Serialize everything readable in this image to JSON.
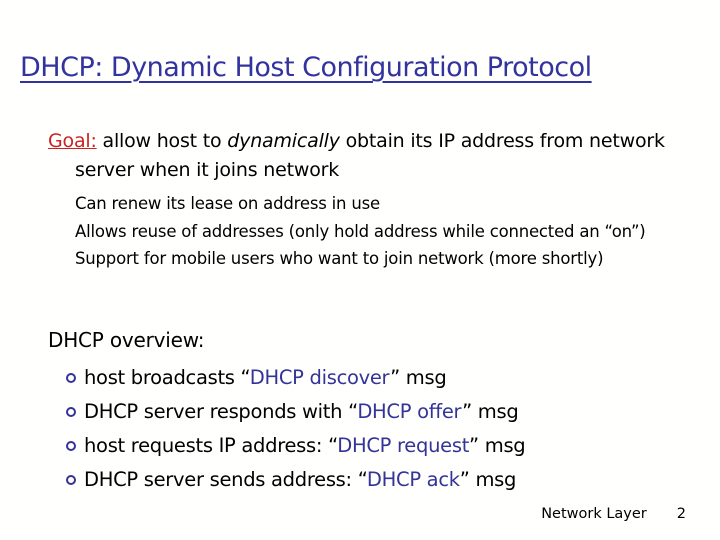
{
  "slide": {
    "title": "DHCP: Dynamic Host Configuration Protocol",
    "goal": {
      "label": "Goal:",
      "text_before_italic": " allow host to ",
      "italic": "dynamically",
      "text_after_italic": " obtain its IP address from network server when it joins network"
    },
    "sub_points": [
      "Can renew its lease on address in use",
      "Allows reuse of addresses (only hold address while connected an “on”)",
      "Support for mobile users who want to join network (more shortly)"
    ],
    "overview_heading": "DHCP overview:",
    "overview_bullets": [
      {
        "before": "host broadcasts “",
        "highlight": "DHCP discover",
        "after": "” msg"
      },
      {
        "before": "DHCP server responds with “",
        "highlight": "DHCP offer",
        "after": "” msg"
      },
      {
        "before": "host requests IP address: “",
        "highlight": "DHCP request",
        "after": "” msg"
      },
      {
        "before": "DHCP server sends address: “",
        "highlight": "DHCP ack",
        "after": "” msg"
      }
    ],
    "footer": {
      "label": "Network Layer",
      "page": "2"
    },
    "colors": {
      "background": "#FFFFFE",
      "title_blue": "#3333A0",
      "goal_red": "#CC2222",
      "highlight_blue": "#333399",
      "body_text": "#000000"
    }
  }
}
